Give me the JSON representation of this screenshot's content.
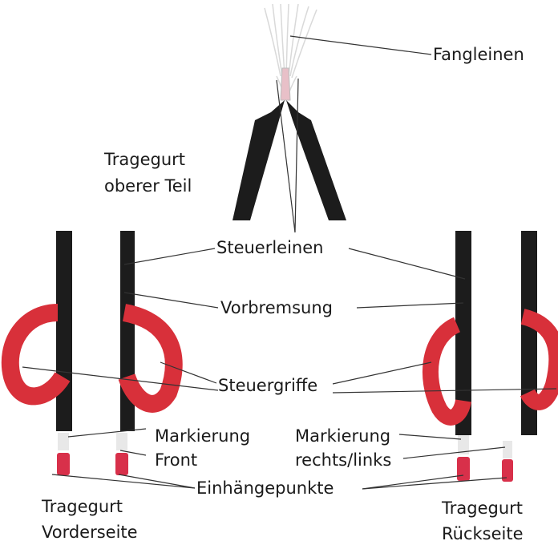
{
  "labels": {
    "fangleinen": "Fangleinen",
    "tragegurt_oben_1": "Tragegurt",
    "tragegurt_oben_2": "oberer Teil",
    "steuerleinen": "Steuerleinen",
    "vorbremsung": "Vorbremsung",
    "steuergriffe": "Steuergriffe",
    "markierung_front_1": "Markierung",
    "markierung_front_2": "Front",
    "markierung_rl_1": "Markierung",
    "markierung_rl_2": "rechts/links",
    "einhaengepunkte": "Einhängepunkte"
  },
  "captions": {
    "vorderseite_1": "Tragegurt",
    "vorderseite_2": "Vorderseite",
    "rueckseite_1": "Tragegurt",
    "rueckseite_2": "Rückseite"
  },
  "colors": {
    "webbing": "#1c1c1c",
    "handle": "#d8303a",
    "tip": "#d8304a",
    "line": "#333333"
  }
}
